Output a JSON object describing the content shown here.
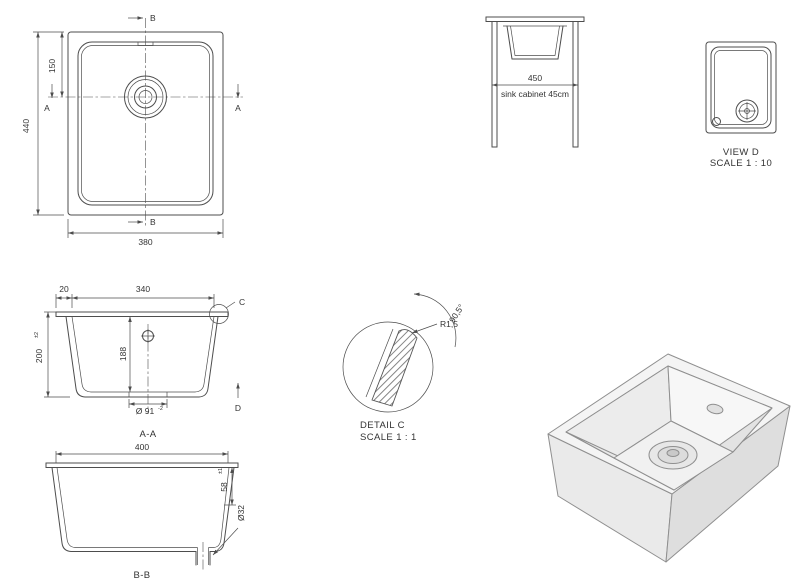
{
  "colors": {
    "line": "#4d4d4d",
    "background": "#ffffff"
  },
  "drawing": {
    "plan": {
      "dim_height": "440",
      "dim_to_drain": "150",
      "dim_width": "380",
      "marker_a": "A",
      "marker_b": "B"
    },
    "front": {
      "dim_cabinet": "450",
      "cabinet_label": "sink cabinet 45cm"
    },
    "view_d": {
      "title": "VIEW D",
      "scale": "SCALE 1 : 10"
    },
    "section_aa": {
      "dim_rim": "20",
      "dim_inner_width": "340",
      "dim_depth": "200",
      "dim_depth_tol": "±2",
      "dim_inner_depth": "188",
      "dim_drain_dia": "Ø 91",
      "dim_drain_tol": "-2",
      "marker_c": "C",
      "marker_d": "D",
      "label": "A-A"
    },
    "detail_c": {
      "radius": "R1,5",
      "angle": "90,5°",
      "title": "DETAIL C",
      "scale": "SCALE 1 : 1"
    },
    "section_bb": {
      "dim_inner_width": "400",
      "dim_drain_offset": "58",
      "dim_drain_offset_tol": "±1",
      "dim_drain_dia": "Ø32",
      "label": "B-B"
    }
  }
}
